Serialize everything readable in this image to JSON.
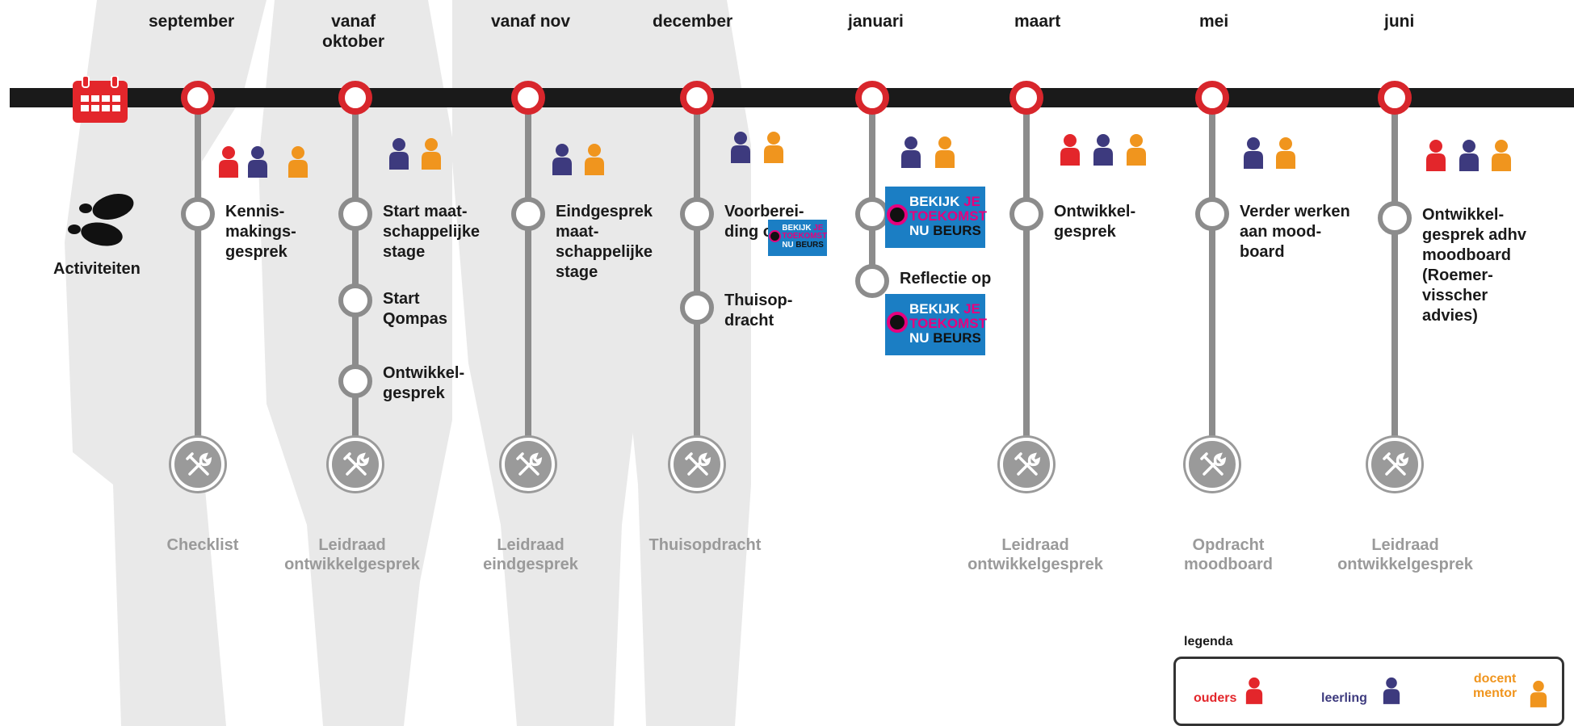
{
  "months": [
    "september",
    "vanaf\noktober",
    "vanaf nov",
    "december",
    "januari",
    "maart",
    "mei",
    "juni"
  ],
  "side_label": "Activiteiten",
  "columns": [
    {
      "activities": [
        "Kennis-\nmakings-\ngesprek"
      ],
      "roles": [
        "ouders",
        "leerling",
        "docent mentor"
      ],
      "tool": "Checklist"
    },
    {
      "activities": [
        "Start maat-\nschappelijke\nstage",
        "Start\nQompas",
        "Ontwikkel-\ngesprek"
      ],
      "roles": [
        "leerling",
        "docent mentor"
      ],
      "tool": "Leidraad\nontwikkelgesprek"
    },
    {
      "activities": [
        "Eindgesprek\nmaat-\nschappelijke\nstage"
      ],
      "roles": [
        "leerling",
        "docent mentor"
      ],
      "tool": "Leidraad\neindgesprek"
    },
    {
      "activities": [
        "Voorberei-\nding op",
        "Thuisop-\ndracht"
      ],
      "roles": [
        "leerling",
        "docent mentor"
      ],
      "tool": "Thuisopdracht"
    },
    {
      "activities": [
        "",
        "Reflectie op"
      ],
      "roles": [
        "leerling",
        "docent mentor"
      ],
      "tool": ""
    },
    {
      "activities": [
        "Ontwikkel-\ngesprek"
      ],
      "roles": [
        "ouders",
        "leerling",
        "docent mentor"
      ],
      "tool": "Leidraad\nontwikkelgesprek"
    },
    {
      "activities": [
        "Verder werken\naan mood-\nboard"
      ],
      "roles": [
        "leerling",
        "docent mentor"
      ],
      "tool": "Opdracht\nmoodboard"
    },
    {
      "activities": [
        "Ontwikkel-\ngesprek adhv\nmoodboard\n(Roemer-\nvisscher\nadvies)"
      ],
      "roles": [
        "ouders",
        "leerling",
        "docent mentor"
      ],
      "tool": "Leidraad\nontwikkelgesprek"
    }
  ],
  "badge": {
    "line1a": "BEKIJK",
    "line1b": "JE",
    "line2": "TOEKOMST",
    "line3a": "NU",
    "line3b": "BEURS"
  },
  "legend": {
    "title": "legenda",
    "items": [
      {
        "label": "ouders",
        "color": "#e3262b"
      },
      {
        "label": "leerling",
        "color": "#3d3a7e"
      },
      {
        "label": "docent\nmentor",
        "color": "#f0951e"
      }
    ]
  },
  "colors": {
    "ouders": "#e3262b",
    "leerling": "#3d3a7e",
    "docent_mentor": "#f0951e",
    "timeline": "#1a1a1a",
    "node_ring": "#d8262c",
    "grey": "#8c8c8c"
  }
}
